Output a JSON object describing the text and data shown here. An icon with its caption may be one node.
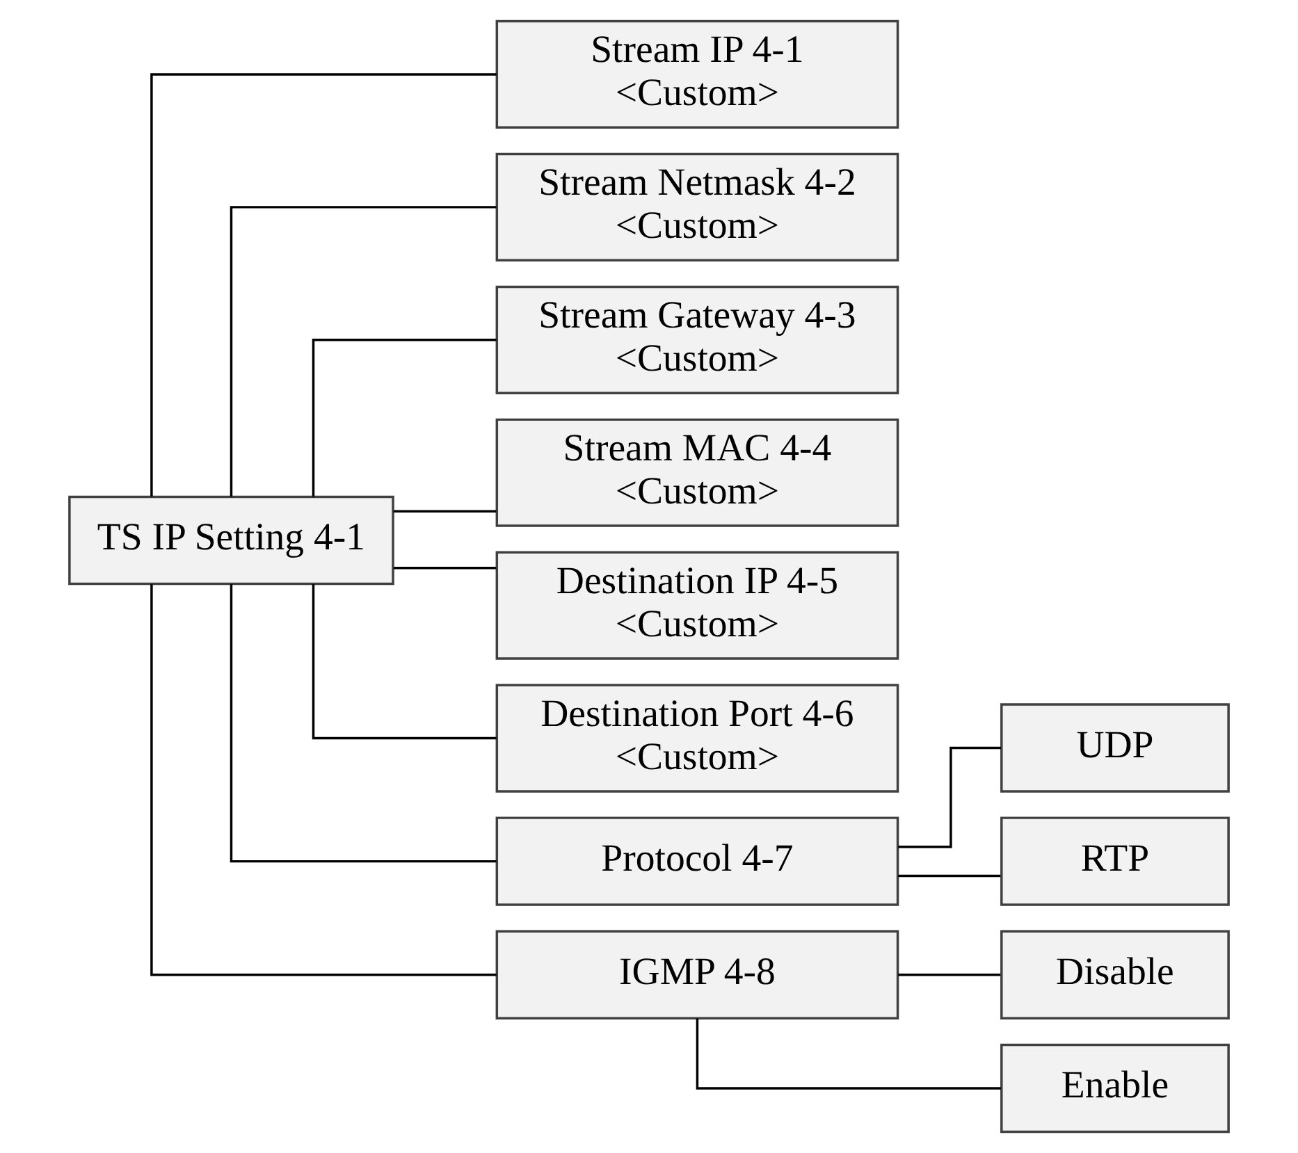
{
  "diagram": {
    "nodes": [
      {
        "text": [
          "TS IP Setting 4-1"
        ]
      },
      {
        "text": [
          "Stream IP 4-1",
          "<Custom>"
        ]
      },
      {
        "text": [
          "Stream Netmask 4-2",
          "<Custom>"
        ]
      },
      {
        "text": [
          "Stream Gateway 4-3",
          "<Custom>"
        ]
      },
      {
        "text": [
          "Stream MAC 4-4",
          "<Custom>"
        ]
      },
      {
        "text": [
          "Destination IP 4-5",
          "<Custom>"
        ]
      },
      {
        "text": [
          "Destination Port 4-6",
          "<Custom>"
        ]
      },
      {
        "text": [
          "Protocol 4-7"
        ]
      },
      {
        "text": [
          "IGMP 4-8"
        ]
      },
      {
        "text": [
          "UDP"
        ]
      },
      {
        "text": [
          "RTP"
        ]
      },
      {
        "text": [
          "Disable"
        ]
      },
      {
        "text": [
          "Enable"
        ]
      }
    ],
    "edges": [
      {
        "from": 0,
        "to": 1,
        "arrow": "none"
      },
      {
        "from": 0,
        "to": 2,
        "arrow": "none"
      },
      {
        "from": 0,
        "to": 3,
        "arrow": "none"
      },
      {
        "from": 0,
        "to": 4,
        "arrow": "none"
      },
      {
        "from": 0,
        "to": 5,
        "arrow": "none"
      },
      {
        "from": 0,
        "to": 6,
        "arrow": "none"
      },
      {
        "from": 0,
        "to": 7,
        "arrow": "none"
      },
      {
        "from": 0,
        "to": 8,
        "arrow": "none"
      },
      {
        "from": 7,
        "to": 9,
        "arrow": "none"
      },
      {
        "from": 7,
        "to": 10,
        "arrow": "none"
      },
      {
        "from": 8,
        "to": 11,
        "arrow": "none"
      },
      {
        "from": 8,
        "to": 12,
        "arrow": "none"
      }
    ]
  }
}
